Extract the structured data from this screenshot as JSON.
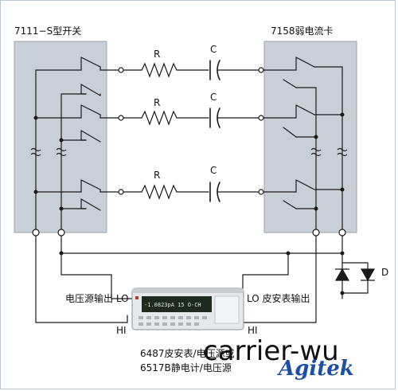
{
  "diagram": {
    "left_box_title": "7111−S型开关",
    "right_box_title": "7158弱电流卡",
    "resistor_label": "R",
    "capacitor_label": "C",
    "diode_label": "D",
    "left_lo_label": "电压源输出 LO",
    "right_lo_label": "LO 皮安表输出",
    "left_hi_label": "HI",
    "right_hi_label": "HI",
    "instrument_caption_line1": "6487皮安表/电压源或",
    "instrument_caption_line2": "6517B静电计/电压源",
    "instrument_display": "-1.0823pA 15 O-CH",
    "colors": {
      "box_fill": "#c9cfd6",
      "wire": "#1a1a1a",
      "instrument_body": "#e6e9ec",
      "instrument_screen": "#1e2a1e",
      "logo_blue": "#1d4fa8"
    }
  },
  "watermark": {
    "text": "carrier-wu",
    "logo": "Agitek"
  }
}
